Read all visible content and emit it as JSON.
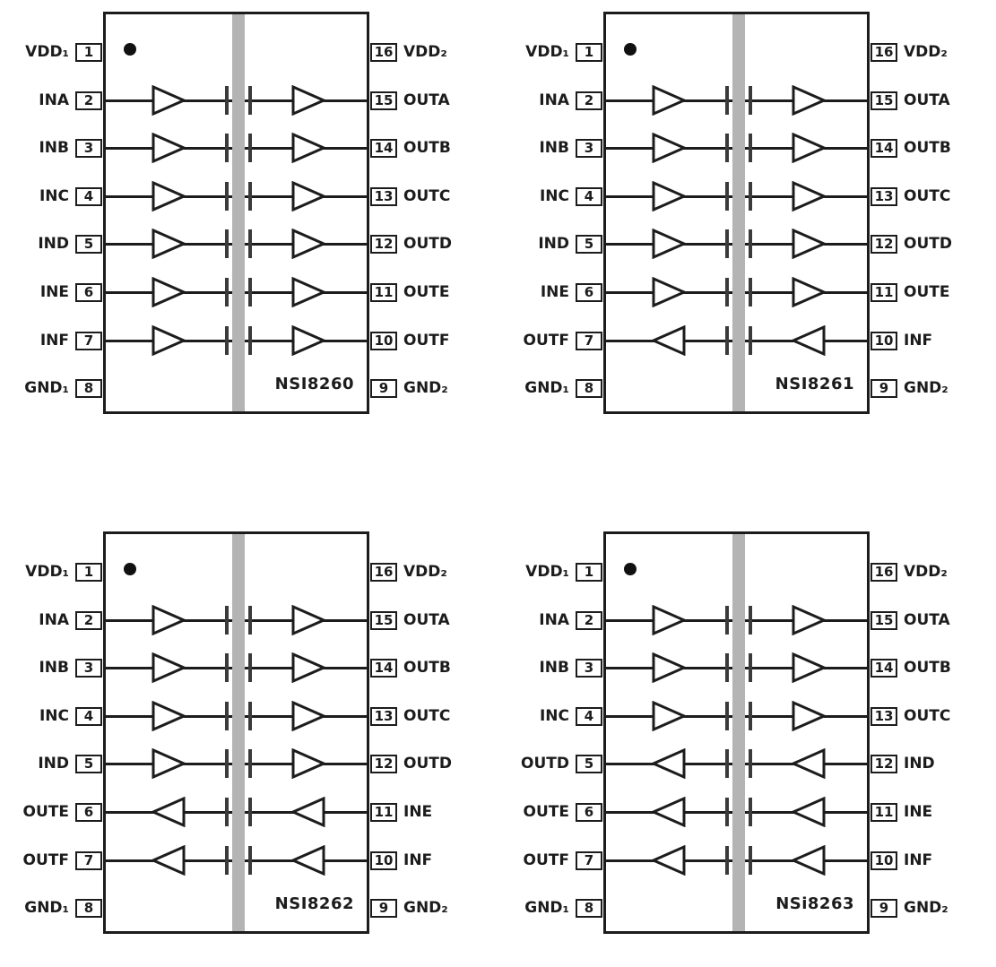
{
  "figure": {
    "description": "Digital isolator pin configuration diagrams"
  },
  "colors": {
    "outline": "#1c1c1c",
    "barrier_gray": "#b4b4b4",
    "background": "#ffffff"
  },
  "chips": [
    {
      "name": "NSI8260",
      "left_pins": [
        {
          "label": "VDD₁",
          "num": "1"
        },
        {
          "label": "INA",
          "num": "2"
        },
        {
          "label": "INB",
          "num": "3"
        },
        {
          "label": "INC",
          "num": "4"
        },
        {
          "label": "IND",
          "num": "5"
        },
        {
          "label": "INE",
          "num": "6"
        },
        {
          "label": "INF",
          "num": "7"
        },
        {
          "label": "GND₁",
          "num": "8"
        }
      ],
      "right_pins": [
        {
          "label": "VDD₂",
          "num": "16"
        },
        {
          "label": "OUTA",
          "num": "15"
        },
        {
          "label": "OUTB",
          "num": "14"
        },
        {
          "label": "OUTC",
          "num": "13"
        },
        {
          "label": "OUTD",
          "num": "12"
        },
        {
          "label": "OUTE",
          "num": "11"
        },
        {
          "label": "OUTF",
          "num": "10"
        },
        {
          "label": "GND₂",
          "num": "9"
        }
      ],
      "channels": [
        {
          "direction": "forward"
        },
        {
          "direction": "forward"
        },
        {
          "direction": "forward"
        },
        {
          "direction": "forward"
        },
        {
          "direction": "forward"
        },
        {
          "direction": "forward"
        }
      ]
    },
    {
      "name": "NSI8261",
      "left_pins": [
        {
          "label": "VDD₁",
          "num": "1"
        },
        {
          "label": "INA",
          "num": "2"
        },
        {
          "label": "INB",
          "num": "3"
        },
        {
          "label": "INC",
          "num": "4"
        },
        {
          "label": "IND",
          "num": "5"
        },
        {
          "label": "INE",
          "num": "6"
        },
        {
          "label": "OUTF",
          "num": "7"
        },
        {
          "label": "GND₁",
          "num": "8"
        }
      ],
      "right_pins": [
        {
          "label": "VDD₂",
          "num": "16"
        },
        {
          "label": "OUTA",
          "num": "15"
        },
        {
          "label": "OUTB",
          "num": "14"
        },
        {
          "label": "OUTC",
          "num": "13"
        },
        {
          "label": "OUTD",
          "num": "12"
        },
        {
          "label": "OUTE",
          "num": "11"
        },
        {
          "label": "INF",
          "num": "10"
        },
        {
          "label": "GND₂",
          "num": "9"
        }
      ],
      "channels": [
        {
          "direction": "forward"
        },
        {
          "direction": "forward"
        },
        {
          "direction": "forward"
        },
        {
          "direction": "forward"
        },
        {
          "direction": "forward"
        },
        {
          "direction": "reverse"
        }
      ]
    },
    {
      "name": "NSI8262",
      "left_pins": [
        {
          "label": "VDD₁",
          "num": "1"
        },
        {
          "label": "INA",
          "num": "2"
        },
        {
          "label": "INB",
          "num": "3"
        },
        {
          "label": "INC",
          "num": "4"
        },
        {
          "label": "IND",
          "num": "5"
        },
        {
          "label": "OUTE",
          "num": "6"
        },
        {
          "label": "OUTF",
          "num": "7"
        },
        {
          "label": "GND₁",
          "num": "8"
        }
      ],
      "right_pins": [
        {
          "label": "VDD₂",
          "num": "16"
        },
        {
          "label": "OUTA",
          "num": "15"
        },
        {
          "label": "OUTB",
          "num": "14"
        },
        {
          "label": "OUTC",
          "num": "13"
        },
        {
          "label": "OUTD",
          "num": "12"
        },
        {
          "label": "INE",
          "num": "11"
        },
        {
          "label": "INF",
          "num": "10"
        },
        {
          "label": "GND₂",
          "num": "9"
        }
      ],
      "channels": [
        {
          "direction": "forward"
        },
        {
          "direction": "forward"
        },
        {
          "direction": "forward"
        },
        {
          "direction": "forward"
        },
        {
          "direction": "reverse"
        },
        {
          "direction": "reverse"
        }
      ]
    },
    {
      "name": "NSi8263",
      "left_pins": [
        {
          "label": "VDD₁",
          "num": "1"
        },
        {
          "label": "INA",
          "num": "2"
        },
        {
          "label": "INB",
          "num": "3"
        },
        {
          "label": "INC",
          "num": "4"
        },
        {
          "label": "OUTD",
          "num": "5"
        },
        {
          "label": "OUTE",
          "num": "6"
        },
        {
          "label": "OUTF",
          "num": "7"
        },
        {
          "label": "GND₁",
          "num": "8"
        }
      ],
      "right_pins": [
        {
          "label": "VDD₂",
          "num": "16"
        },
        {
          "label": "OUTA",
          "num": "15"
        },
        {
          "label": "OUTB",
          "num": "14"
        },
        {
          "label": "OUTC",
          "num": "13"
        },
        {
          "label": "IND",
          "num": "12"
        },
        {
          "label": "INE",
          "num": "11"
        },
        {
          "label": "INF",
          "num": "10"
        },
        {
          "label": "GND₂",
          "num": "9"
        }
      ],
      "channels": [
        {
          "direction": "forward"
        },
        {
          "direction": "forward"
        },
        {
          "direction": "forward"
        },
        {
          "direction": "reverse"
        },
        {
          "direction": "reverse"
        },
        {
          "direction": "reverse"
        }
      ]
    }
  ]
}
